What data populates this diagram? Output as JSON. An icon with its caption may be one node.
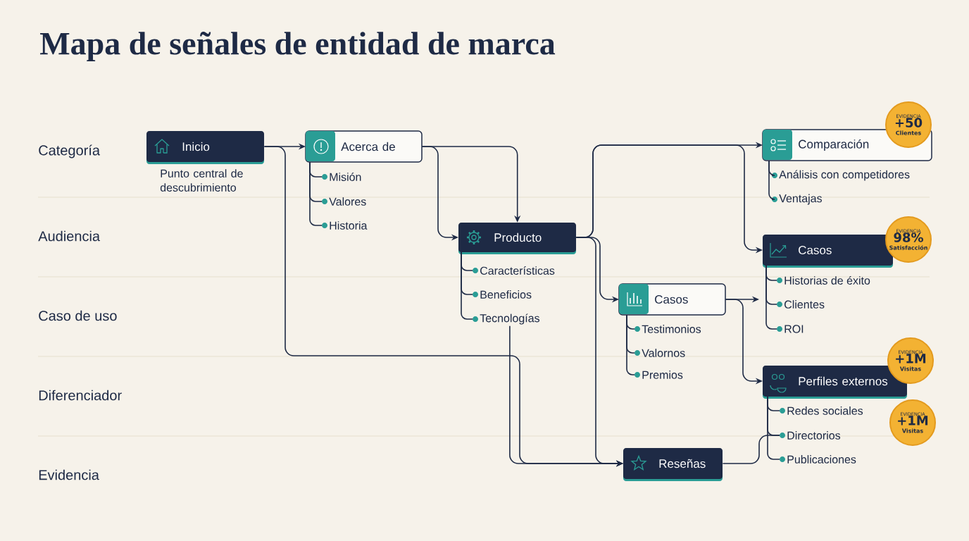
{
  "diagram": {
    "title": "Mapa de señales de entidad de marca",
    "nodes": [
      {
        "text": [
          "Inicio"
        ],
        "beside": [
          "Punto central de descubrimiento"
        ]
      },
      {
        "text": [
          "Acerca de"
        ]
      },
      {
        "text": [
          "Misión"
        ]
      },
      {
        "text": [
          "Valores"
        ]
      },
      {
        "text": [
          "Historia"
        ]
      },
      {
        "text": [
          "Producto"
        ]
      },
      {
        "text": [
          "Características"
        ]
      },
      {
        "text": [
          "Beneficios"
        ]
      },
      {
        "text": [
          "Tecnologías"
        ]
      },
      {
        "text": [
          "Casos"
        ]
      },
      {
        "text": [
          "Testimonios"
        ]
      },
      {
        "text": [
          "Valornos"
        ]
      },
      {
        "text": [
          "Premios"
        ]
      },
      {
        "text": [
          "Reseñas"
        ]
      },
      {
        "text": [
          "Comparación"
        ]
      },
      {
        "text": [
          "Análisis con competidores"
        ]
      },
      {
        "text": [
          "Ventajas"
        ]
      },
      {
        "text": [
          "Casos"
        ]
      },
      {
        "text": [
          "Historias de éxito"
        ]
      },
      {
        "text": [
          "Clientes"
        ]
      },
      {
        "text": [
          "ROI"
        ]
      },
      {
        "text": [
          "Perfiles externos"
        ]
      },
      {
        "text": [
          "Redes sociales"
        ]
      },
      {
        "text": [
          "Directorios"
        ]
      },
      {
        "text": [
          "Publicaciones"
        ]
      },
      {
        "text": [
          "EVIDENCIA",
          "+50",
          "Clientes"
        ]
      },
      {
        "text": [
          "EVIDENCIA",
          "98%",
          "Satisfacción"
        ]
      },
      {
        "text": [
          "EVIDENCIA",
          "+1M",
          "Visitas"
        ]
      },
      {
        "text": [
          "EVIDENCIA",
          "+1M",
          "Visitas"
        ]
      }
    ],
    "edges": [
      {
        "from": 0,
        "to": 1,
        "arrow": "to"
      },
      {
        "from": 0,
        "to": 13,
        "arrow": "to"
      },
      {
        "from": 8,
        "to": 13,
        "arrow": "to"
      },
      {
        "from": 1,
        "to": 5,
        "arrow": "to"
      },
      {
        "from": 1,
        "to": 5,
        "arrow": "to"
      },
      {
        "from": 5,
        "to": 14,
        "arrow": "to"
      },
      {
        "from": 5,
        "to": 17,
        "arrow": "to"
      },
      {
        "from": 5,
        "to": 9,
        "arrow": "to"
      },
      {
        "from": 5,
        "to": 13,
        "arrow": "to"
      },
      {
        "from": 9,
        "to": null,
        "arrow": "to"
      },
      {
        "from": 9,
        "to": 21,
        "arrow": "to"
      },
      {
        "from": 13,
        "to": 23,
        "arrow": "none"
      },
      {
        "from": 1,
        "to": 2,
        "arrow": "none"
      },
      {
        "from": 1,
        "to": 3,
        "arrow": "none"
      },
      {
        "from": 1,
        "to": 4,
        "arrow": "none"
      },
      {
        "from": 5,
        "to": 6,
        "arrow": "none"
      },
      {
        "from": 5,
        "to": 7,
        "arrow": "none"
      },
      {
        "from": 5,
        "to": 8,
        "arrow": "none"
      },
      {
        "from": 9,
        "to": 10,
        "arrow": "none"
      },
      {
        "from": 9,
        "to": 11,
        "arrow": "none"
      },
      {
        "from": 9,
        "to": 12,
        "arrow": "none"
      },
      {
        "from": 14,
        "to": 15,
        "arrow": "none"
      },
      {
        "from": 14,
        "to": 16,
        "arrow": "none"
      },
      {
        "from": 17,
        "to": 18,
        "arrow": "none"
      },
      {
        "from": 17,
        "to": 19,
        "arrow": "none"
      },
      {
        "from": 17,
        "to": 20,
        "arrow": "none"
      },
      {
        "from": 21,
        "to": 22,
        "arrow": "none"
      },
      {
        "from": 21,
        "to": 23,
        "arrow": "none"
      },
      {
        "from": 21,
        "to": 24,
        "arrow": "none"
      }
    ],
    "labels": [
      "Categoría",
      "Audiencia",
      "Caso de uso",
      "Diferenciador",
      "Evidencia"
    ]
  }
}
